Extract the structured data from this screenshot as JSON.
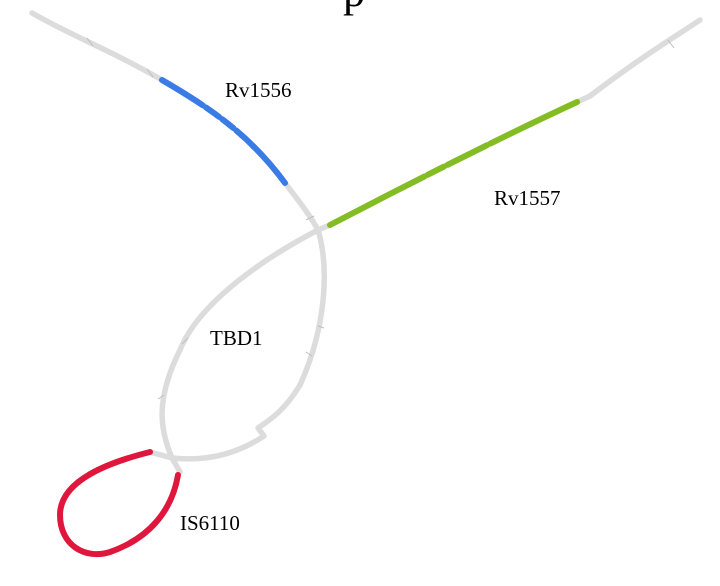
{
  "title_fragment": "p",
  "colors": {
    "node_gray": "#dcdcdc",
    "rv1556": "#3a7be5",
    "rv1557": "#84bd23",
    "is6110": "#e0173d",
    "label": "#000000"
  },
  "nodes": [
    {
      "id": "rv1556",
      "label": "Rv1556",
      "color_key": "rv1556"
    },
    {
      "id": "rv1557",
      "label": "Rv1557",
      "color_key": "rv1557"
    },
    {
      "id": "tbd1",
      "label": "TBD1",
      "color_key": "node_gray"
    },
    {
      "id": "is6110",
      "label": "IS6110",
      "color_key": "is6110"
    }
  ]
}
